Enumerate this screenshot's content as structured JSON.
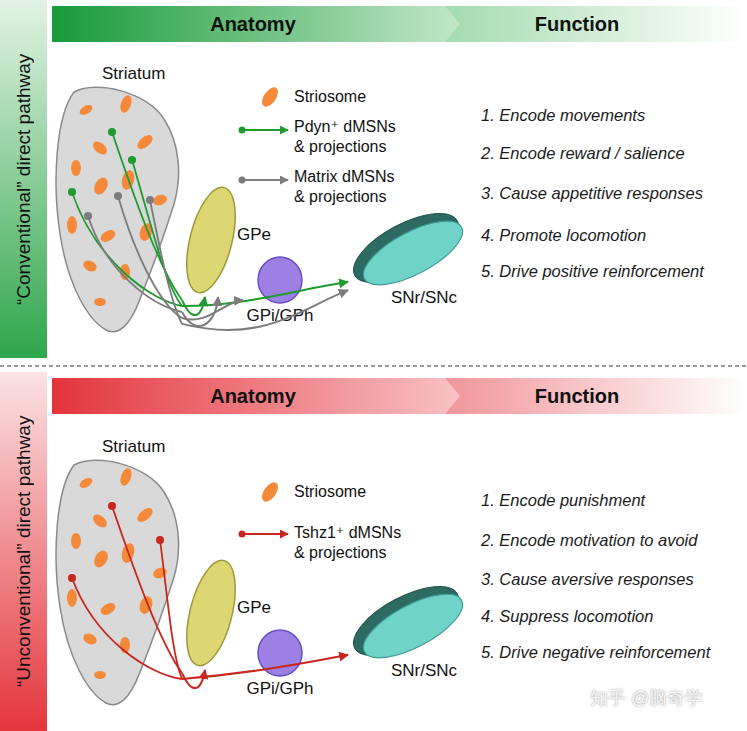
{
  "diagram": {
    "nodes": [
      {
        "text": [
          "“Conventional” direct pathway"
        ]
      },
      {
        "text": [
          "Anatomy"
        ]
      },
      {
        "text": [
          "Function"
        ]
      },
      {
        "text": [
          "Striatum"
        ]
      },
      {
        "text": [
          "GPe"
        ]
      },
      {
        "text": [
          "GPi/GPh"
        ]
      },
      {
        "text": [
          "SNr/SNc"
        ]
      },
      {
        "text": [
          "“Unconventional” direct pathway"
        ]
      },
      {
        "text": [
          "Anatomy"
        ]
      },
      {
        "text": [
          "Function"
        ]
      },
      {
        "text": [
          "Striatum"
        ]
      },
      {
        "text": [
          "GPe"
        ]
      },
      {
        "text": [
          "GPi/GPh"
        ]
      },
      {
        "text": [
          "SNr/SNc"
        ]
      }
    ],
    "edges": [
      {
        "from": 3,
        "to": 4,
        "arrow": "to"
      },
      {
        "from": 3,
        "to": 6,
        "arrow": "to"
      },
      {
        "from": 3,
        "to": 4,
        "arrow": "to"
      },
      {
        "from": 3,
        "to": 5,
        "arrow": "to"
      },
      {
        "from": 3,
        "to": 6,
        "arrow": "to"
      },
      {
        "from": 10,
        "to": 11,
        "arrow": "to"
      },
      {
        "from": 10,
        "to": 13,
        "arrow": "to"
      }
    ],
    "labels": [
      "1. Encode movements",
      "2. Encode reward / salience",
      "3. Cause appetitive responses",
      "4. Promote locomotion",
      "5. Drive positive reinforcement",
      "1. Encode punishment",
      "2. Encode motivation to avoid",
      "3. Cause aversive responses",
      "4. Suppress locomotion",
      "5. Drive negative reinforcement",
      "知乎 @脑奇学"
    ],
    "legend": [
      {
        "text": "Striosome"
      },
      {
        "text": "Pdyn⁺ dMSNs & projections"
      },
      {
        "text": "Matrix dMSNs & projections"
      },
      {
        "text": "Striosome"
      },
      {
        "text": "Tshz1⁺ dMSNs & projections"
      }
    ]
  }
}
